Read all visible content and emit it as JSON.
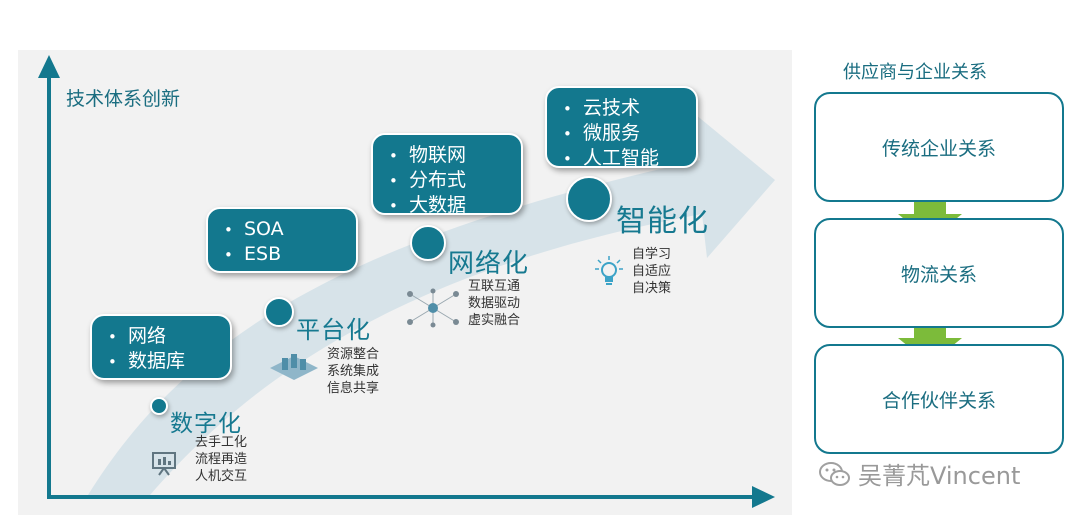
{
  "y_axis_label": "技术体系创新",
  "stages": [
    {
      "name": "数字化",
      "box_items": [
        "网络",
        "数据库"
      ],
      "descriptions": [
        "去手工化",
        "流程再造",
        "人机交互"
      ],
      "icon": "presentation-board-icon"
    },
    {
      "name": "平台化",
      "box_items": [
        "SOA",
        "ESB"
      ],
      "descriptions": [
        "资源整合",
        "系统集成",
        "信息共享"
      ],
      "icon": "platform-server-icon"
    },
    {
      "name": "网络化",
      "box_items": [
        "物联网",
        "分布式",
        "大数据"
      ],
      "descriptions": [
        "互联互通",
        "数据驱动",
        "虚实融合"
      ],
      "icon": "network-nodes-icon"
    },
    {
      "name": "智能化",
      "box_items": [
        "云技术",
        "微服务",
        "人工智能"
      ],
      "descriptions": [
        "自学习",
        "自适应",
        "自决策"
      ],
      "icon": "lightbulb-icon"
    }
  ],
  "relationship": {
    "title": "供应商与企业关系",
    "levels": [
      "传统企业关系",
      "物流关系",
      "合作伙伴关系"
    ]
  },
  "watermark": {
    "text": "吴菁芃Vincent",
    "icon": "wechat-icon"
  },
  "colors": {
    "teal": "#13788e",
    "text_teal": "#1a6d80",
    "arrow_fill": "#d4e1e8",
    "green_arrow": "#7cbb3a"
  }
}
